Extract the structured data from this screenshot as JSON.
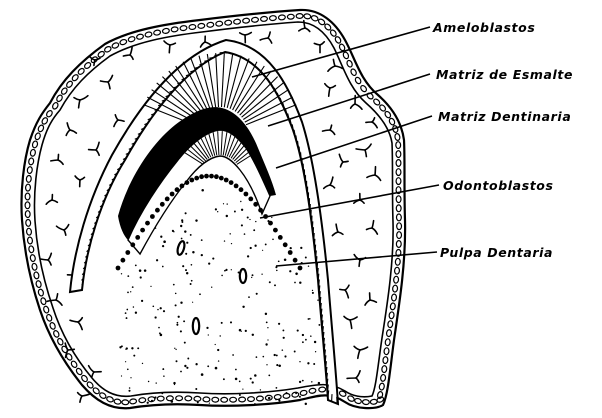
{
  "labels": {
    "ameloblastos": "Ameloblastos",
    "matriz_esmalte": "Matriz de Esmalte",
    "matriz_dentinaria": "Matriz Dentinaria",
    "odontoblastos": "Odontoblastos",
    "pulpa_dentaria": "Pulpa Dentaria"
  },
  "colors": {
    "ink": "#000000",
    "paper": "#ffffff"
  }
}
